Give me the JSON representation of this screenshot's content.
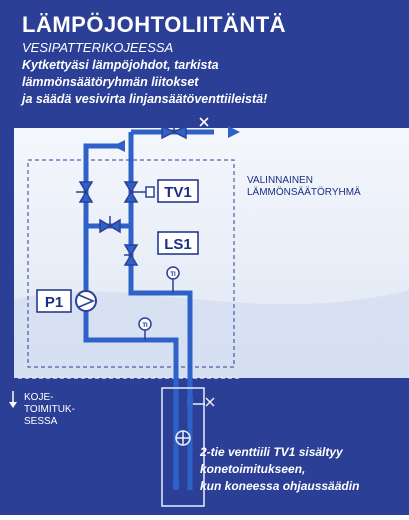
{
  "header": {
    "title": "LÄMPÖJOHTOLIITÄNTÄ",
    "subtitle": "VESIPATTERIKOJEESSA"
  },
  "instructions": [
    "Kytkettyäsi lämpöjohdot, tarkista",
    "lämmönsäätöryhmän liitokset",
    "ja säädä vesivirta linjansäätöventtiileistä!"
  ],
  "diagram": {
    "labels": {
      "tv1": "TV1",
      "ls1": "LS1",
      "p1": "P1",
      "ti": "TI"
    },
    "optional_group": [
      "VALINNAINEN",
      "LÄMMÖNSÄÄTÖRYHMÄ"
    ],
    "scope": [
      "KOJE-",
      "TOIMITUK-",
      "SESSA"
    ]
  },
  "note": [
    "2-tie venttiili TV1 sisältyy",
    "konetoimitukseen,",
    "kun koneessa ohjaussäädin"
  ],
  "colors": {
    "background": "#2c3f96",
    "pipe": "#2f62c9",
    "ink": "#1a2f87",
    "light": "#e8eef8"
  }
}
